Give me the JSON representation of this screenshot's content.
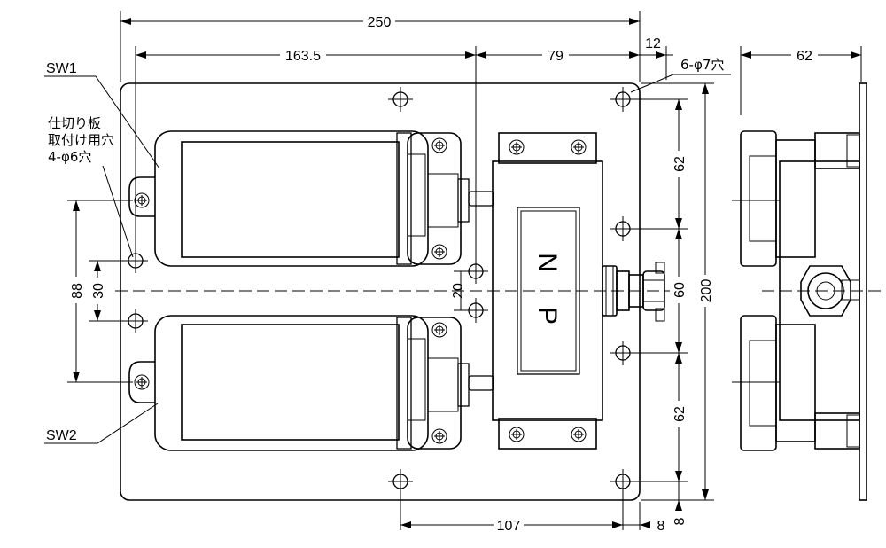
{
  "dimensions": {
    "overall_width": "250",
    "base_to_center": "163.5",
    "center_to_edge": "79",
    "edge_offset": "12",
    "side_depth": "62",
    "overall_height": "200",
    "upper_pitch": "62",
    "lower_pitch": "62",
    "middle_pitch": "60",
    "outer_pitch": "88",
    "inner_pitch": "30",
    "gap": "20",
    "bottom_span": "107",
    "bottom_offset_h": "8",
    "bottom_offset_v": "8"
  },
  "labels": {
    "sw1": "SW1",
    "sw2": "SW2",
    "holes": "6-",
    "holes_dia": "φ7穴",
    "partition_line1": "仕切り板",
    "partition_line2": "取付け用穴",
    "partition_line3": "4-",
    "partition_dia": "φ6穴"
  },
  "box_letters": {
    "n": "N",
    "p": "P"
  }
}
